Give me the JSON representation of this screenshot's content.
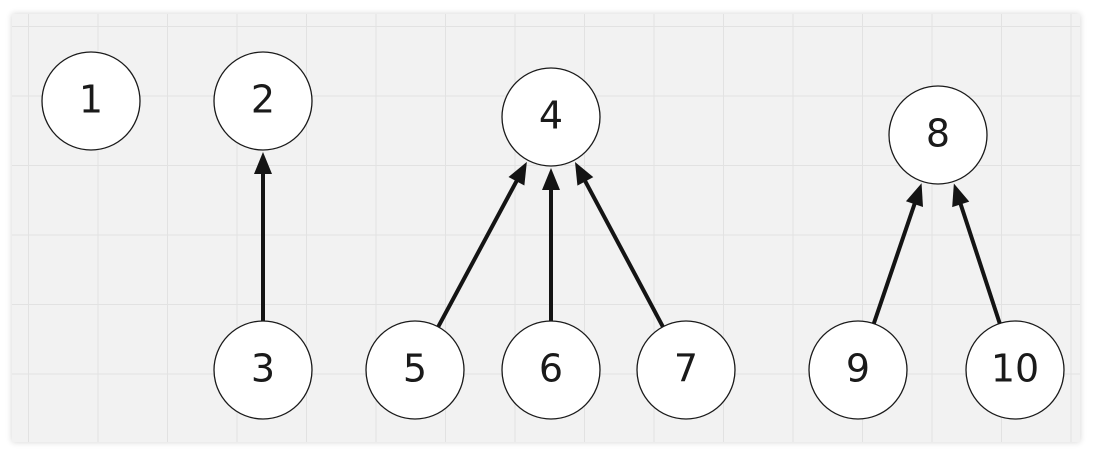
{
  "nodes": [
    {
      "id": "1",
      "label": "1"
    },
    {
      "id": "2",
      "label": "2"
    },
    {
      "id": "3",
      "label": "3"
    },
    {
      "id": "4",
      "label": "4"
    },
    {
      "id": "5",
      "label": "5"
    },
    {
      "id": "6",
      "label": "6"
    },
    {
      "id": "7",
      "label": "7"
    },
    {
      "id": "8",
      "label": "8"
    },
    {
      "id": "9",
      "label": "9"
    },
    {
      "id": "10",
      "label": "10"
    }
  ],
  "edges": [
    {
      "from": "3",
      "to": "2"
    },
    {
      "from": "5",
      "to": "4"
    },
    {
      "from": "6",
      "to": "4"
    },
    {
      "from": "7",
      "to": "4"
    },
    {
      "from": "9",
      "to": "8"
    },
    {
      "from": "10",
      "to": "8"
    }
  ]
}
